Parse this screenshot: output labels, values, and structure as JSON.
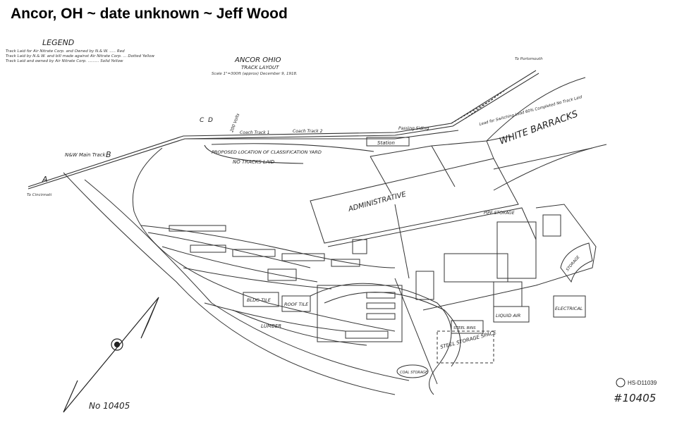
{
  "caption": "Ancor, OH ~ date unknown ~ Jeff Wood",
  "legend": {
    "title": "LEGEND",
    "lines": [
      "Track Laid for Air Nitrate Corp. and Owned by N.& W. ..... Red",
      "Track Laid by N.& W. and bill made against Air Nitrate Corp. ... Dotted Yellow",
      "Track Laid and owned by Air Nitrate Corp. ......... Solid Yellow"
    ]
  },
  "map_title": {
    "line1": "ANCOR OHIO",
    "line2": "TRACK LAYOUT",
    "line3": "Scale 1\"=300ft (approx) December 9, 1918."
  },
  "labels": {
    "main_track": "N&W Main Track",
    "point_a": "A",
    "point_b": "B",
    "point_c": "C",
    "point_d": "D",
    "to_cincinnati": "To Cincinnati",
    "to_portsmouth": "To Portsmouth",
    "coach_track_1": "Coach Track 1",
    "coach_track_2": "Coach Track 2",
    "passing_siding": "Passing Siding",
    "station": "Station",
    "yard": "PROPOSED LOCATION OF CLASSIFICATION YARD",
    "no_tracks": "NO TRACKS LAID",
    "white_barracks": "WHITE   BARRACKS",
    "administrative": "ADMINISTRATIVE",
    "lumber": "LUMBER",
    "bldg_tile": "BLDG TILE",
    "roof_tile": "ROOF TILE",
    "steel_storage_space": "STEEL STORAGE SPACE",
    "electrical": "ELECTRICAL",
    "liquid_air": "LIQUID AIR",
    "steel_bins": "STEEL BINS",
    "coal_storage": "COAL STORAGE",
    "pipe_storage": "PIPE STORAGE",
    "tank_storage": "STORAGE",
    "grade_crossing": "200 Volts",
    "lead_note": "Lead for Switching Lead 60% Completed No Track Laid",
    "drawing_no": "No 10405",
    "stamp_id": "HS-D11039",
    "handwritten_no": "#10405"
  }
}
